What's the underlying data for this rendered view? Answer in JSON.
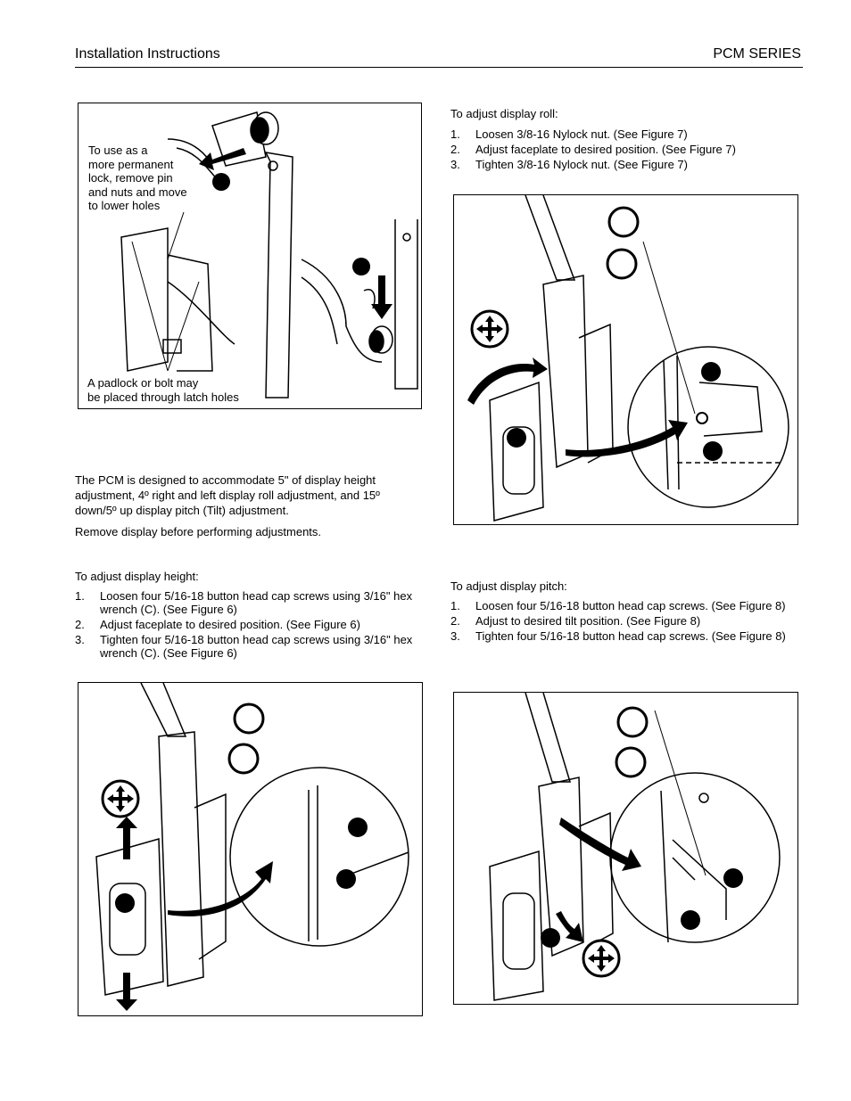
{
  "header": {
    "left": "Installation Instructions",
    "right": "PCM SERIES"
  },
  "figure_top_left": {
    "callout_pin": "To use as a\nmore permanent\nlock, remove pin\nand nuts and move\nto lower holes",
    "callout_padlock": "A padlock or bolt may\nbe placed through latch holes"
  },
  "intro": {
    "p1": "The PCM is designed to accommodate 5\" of display height adjustment, 4º right and left display roll adjustment, and 15º down/5º up display pitch (Tilt) adjustment.",
    "p2": "Remove display before performing adjustments."
  },
  "height": {
    "title": "To adjust display height:",
    "steps": [
      {
        "num": "1.",
        "text": "Loosen four 5/16-18 button head cap screws using 3/16\" hex wrench (C). (See Figure 6)"
      },
      {
        "num": "2.",
        "text": "Adjust faceplate to desired position. (See Figure 6)"
      },
      {
        "num": "3.",
        "text": "Tighten four 5/16-18 button head cap screws using 3/16\" hex wrench (C). (See Figure 6)"
      }
    ]
  },
  "roll": {
    "title": "To adjust display roll:",
    "steps": [
      {
        "num": "1.",
        "text": "Loosen 3/8-16 Nylock nut. (See Figure 7)"
      },
      {
        "num": "2.",
        "text": "Adjust faceplate to desired position. (See Figure 7)"
      },
      {
        "num": "3.",
        "text": "Tighten 3/8-16 Nylock nut. (See Figure 7)"
      }
    ]
  },
  "pitch": {
    "title": "To adjust display pitch:",
    "steps": [
      {
        "num": "1.",
        "text": "Loosen four 5/16-18 button head cap screws. (See Figure 8)"
      },
      {
        "num": "2.",
        "text": "Adjust to desired tilt position. (See Figure 8)"
      },
      {
        "num": "3.",
        "text": "Tighten four 5/16-18 button head cap screws. (See Figure 8)"
      }
    ]
  }
}
